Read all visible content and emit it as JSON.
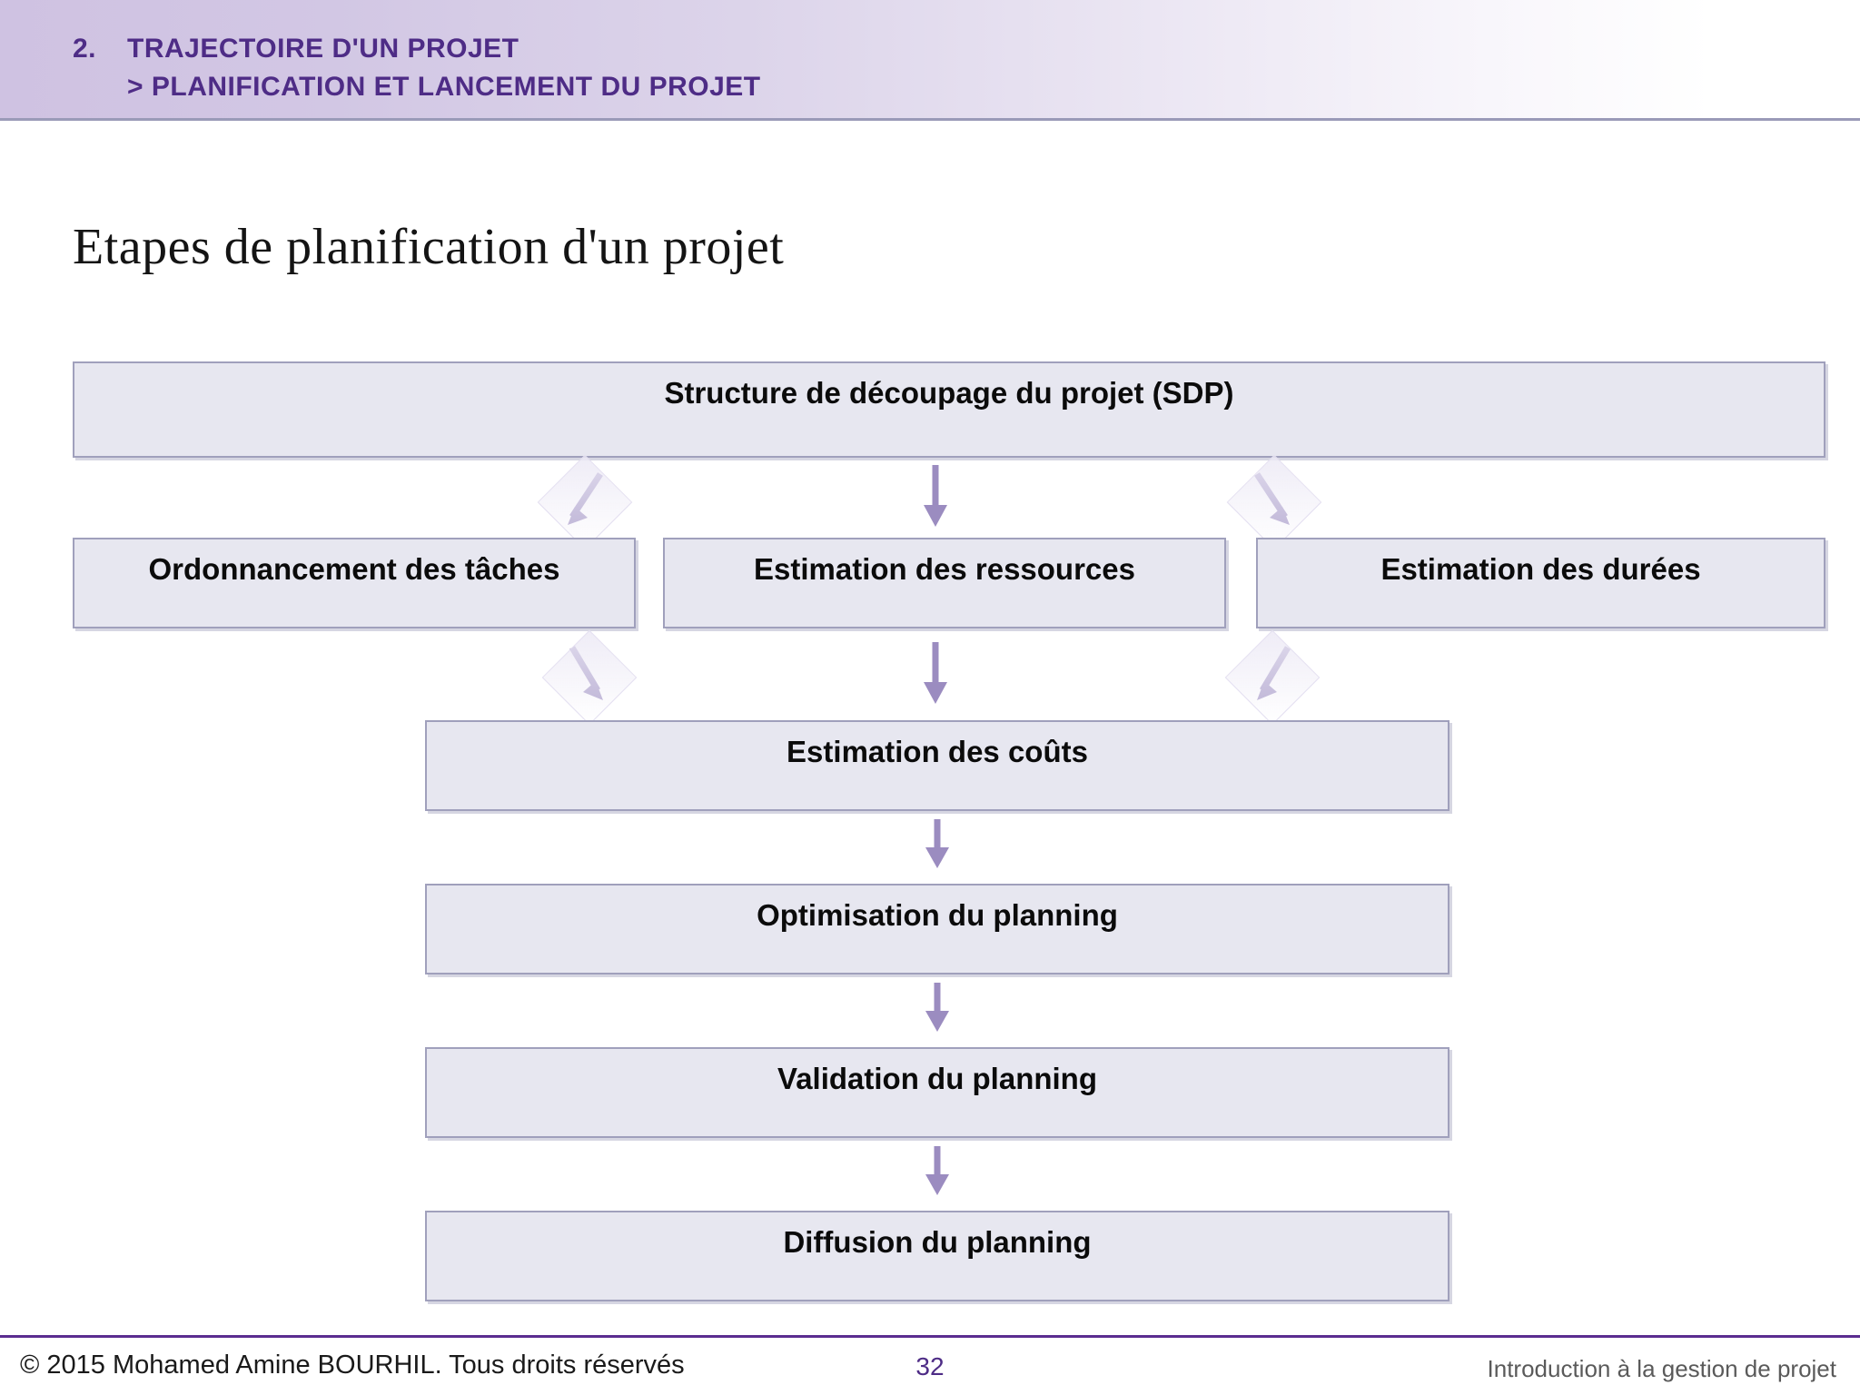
{
  "header": {
    "number": "2.",
    "line1": "TRAJECTOIRE D'UN PROJET",
    "line2": "> PLANIFICATION ET LANCEMENT DU PROJET",
    "text_color": "#4e2c86",
    "band_color_left": "#cfc2e2",
    "band_color_right": "#ffffff"
  },
  "slide": {
    "title": "Etapes de planification d'un projet"
  },
  "diagram": {
    "box_fill": "#e7e7f0",
    "box_border": "#a0a0bc",
    "arrow_color": "#9b8cc0",
    "boxes": [
      {
        "id": "sdp",
        "label": "Structure de découpage du projet (SDP)"
      },
      {
        "id": "ordonnancement",
        "label": "Ordonnancement des tâches"
      },
      {
        "id": "ressources",
        "label": "Estimation des ressources"
      },
      {
        "id": "durees",
        "label": "Estimation des durées"
      },
      {
        "id": "couts",
        "label": "Estimation des coûts"
      },
      {
        "id": "optimisation",
        "label": "Optimisation du planning"
      },
      {
        "id": "validation",
        "label": "Validation du planning"
      },
      {
        "id": "diffusion",
        "label": "Diffusion du planning"
      }
    ],
    "arrows": [
      {
        "id": "sdp-to-ordonnancement",
        "direction": "down-left"
      },
      {
        "id": "sdp-to-ressources",
        "direction": "down"
      },
      {
        "id": "sdp-to-durees",
        "direction": "down-right"
      },
      {
        "id": "ordonnancement-to-couts",
        "direction": "down-right"
      },
      {
        "id": "ressources-to-couts",
        "direction": "down"
      },
      {
        "id": "durees-to-couts",
        "direction": "down-left"
      },
      {
        "id": "couts-to-optimisation",
        "direction": "down"
      },
      {
        "id": "optimisation-to-validation",
        "direction": "down"
      },
      {
        "id": "validation-to-diffusion",
        "direction": "down"
      }
    ]
  },
  "footer": {
    "copyright": "© 2015 Mohamed Amine BOURHIL. Tous droits réservés",
    "page_number": "32",
    "subject": "Introduction à la gestion de projet",
    "rule_color": "#5b2d90"
  }
}
